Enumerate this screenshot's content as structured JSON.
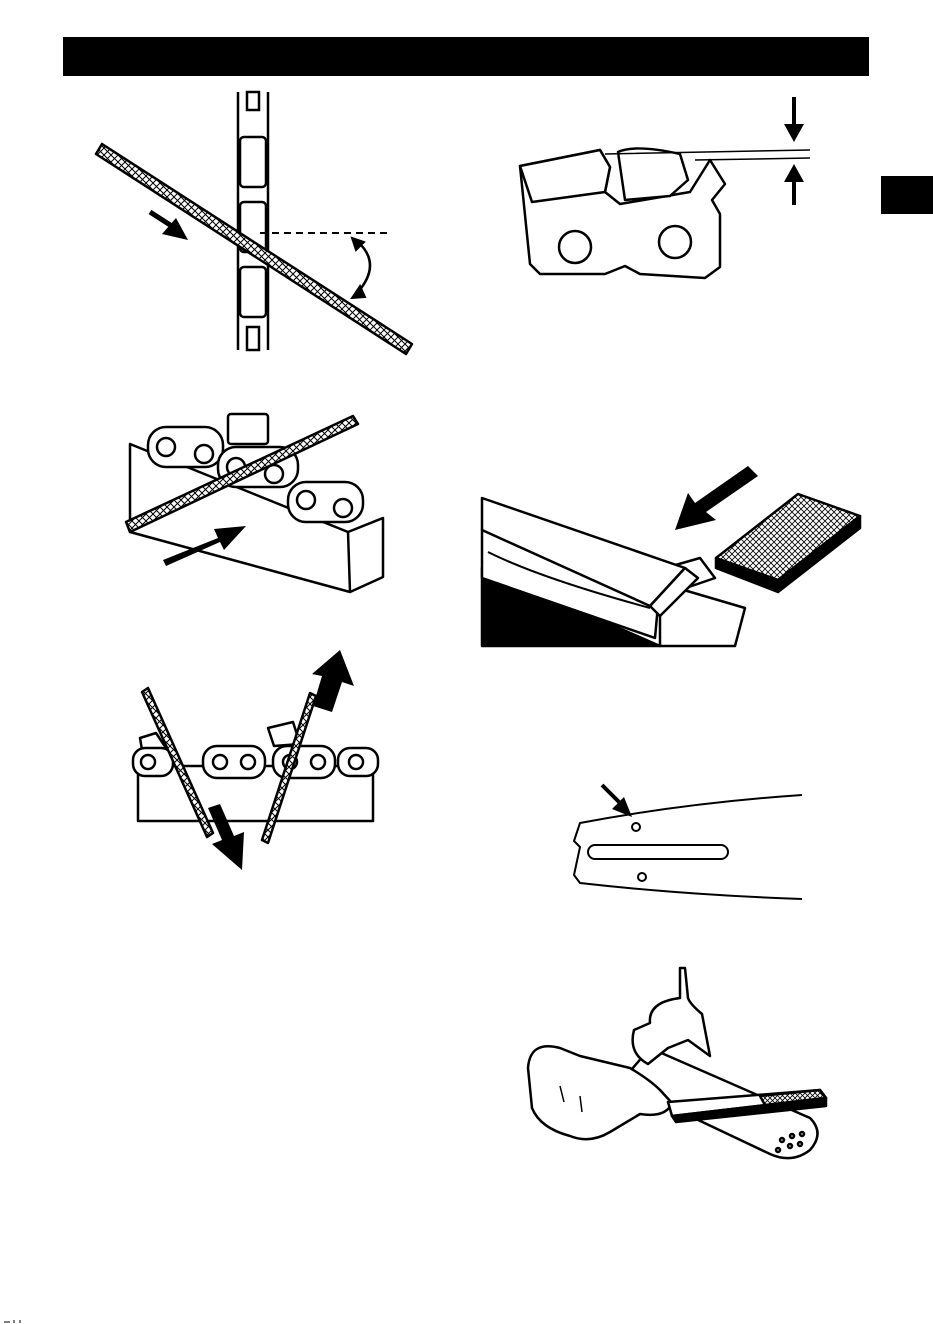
{
  "page": {
    "header_bar_color": "#000000",
    "side_tab_color": "#000000"
  },
  "figures": [
    {
      "id": "file-angle",
      "icons": [
        "chain-icon",
        "round-file-icon",
        "direction-arrow-icon",
        "angle-arc-icon"
      ]
    },
    {
      "id": "depth-gauge",
      "icons": [
        "cutter-link-icon",
        "gap-arrow-down-icon",
        "gap-arrow-up-icon"
      ]
    },
    {
      "id": "file-on-cutters",
      "icons": [
        "file-holder-block-icon",
        "cutter-links-icon",
        "round-file-icon",
        "push-arrow-icon"
      ]
    },
    {
      "id": "bar-grooves",
      "icons": [
        "guide-bar-icon",
        "flat-file-icon",
        "push-arrow-icon"
      ]
    },
    {
      "id": "file-strokes",
      "icons": [
        "chain-on-block-icon",
        "round-file-left-icon",
        "round-file-right-icon",
        "arrow-down-icon",
        "arrow-up-icon"
      ]
    },
    {
      "id": "bar-oil-hole",
      "icons": [
        "guide-bar-nose-icon",
        "oil-hole-arrow-icon"
      ]
    },
    {
      "id": "bar-dressing",
      "icons": [
        "gloved-hand-icon",
        "flat-file-icon",
        "guide-bar-icon"
      ]
    }
  ]
}
